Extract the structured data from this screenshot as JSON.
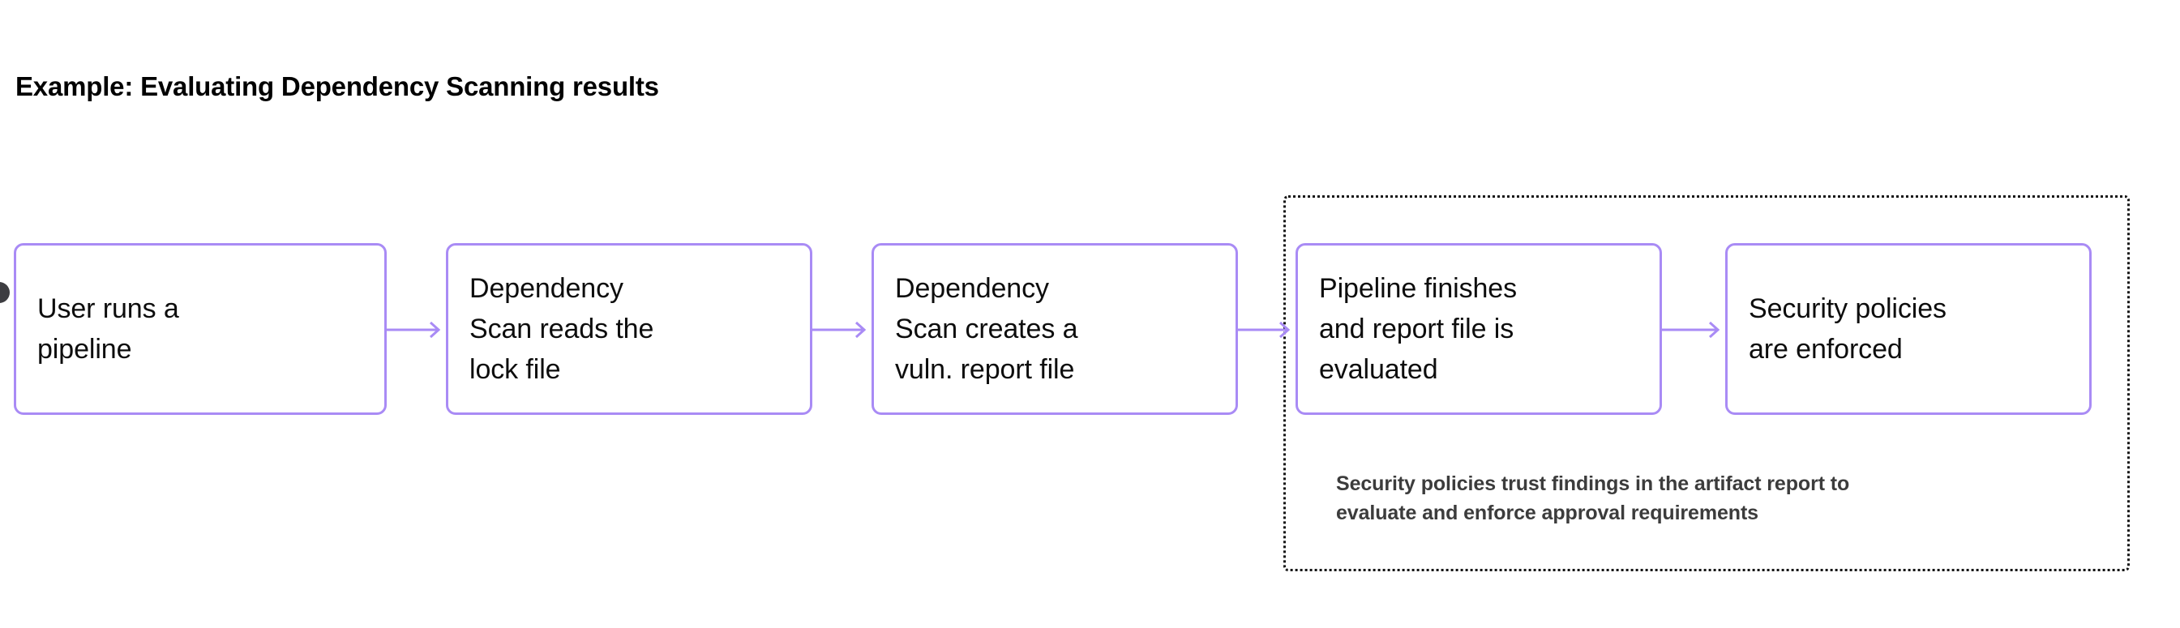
{
  "page": {
    "title": "Example: Evaluating Dependency Scanning results",
    "background_color": "#ffffff"
  },
  "theme": {
    "node_border_color": "#a98bf5",
    "node_fill_color": "#ffffff",
    "node_text_color": "#0d0d0d",
    "arrow_color": "#a98bf5",
    "group_border_color": "#151515",
    "group_caption_color": "#3c3c3c",
    "handle_color": "#3d3d41"
  },
  "chart_data": {
    "type": "diagram",
    "subtype": "flowchart",
    "orientation": "left-to-right",
    "title": "Example: Evaluating Dependency Scanning results",
    "nodes": [
      {
        "id": "n1",
        "label": "User runs a\npipeline"
      },
      {
        "id": "n2",
        "label": "Dependency\nScan reads the\nlock file"
      },
      {
        "id": "n3",
        "label": "Dependency\nScan creates a\nvuln. report file"
      },
      {
        "id": "n4",
        "label": "Pipeline finishes\nand report file is\nevaluated"
      },
      {
        "id": "n5",
        "label": "Security policies\nare enforced"
      }
    ],
    "edges": [
      {
        "from": "n1",
        "to": "n2",
        "style": "arrow"
      },
      {
        "from": "n2",
        "to": "n3",
        "style": "arrow"
      },
      {
        "from": "n3",
        "to": "n4",
        "style": "arrow"
      },
      {
        "from": "n4",
        "to": "n5",
        "style": "arrow"
      }
    ],
    "groups": [
      {
        "id": "g1",
        "border_style": "dotted",
        "members": [
          "n4",
          "n5"
        ],
        "caption": "Security policies trust findings in the artifact report to\nevaluate and enforce approval requirements"
      }
    ]
  },
  "icons": {
    "edge_handle": "connection-handle-dot",
    "arrow": "arrow-right-icon"
  }
}
